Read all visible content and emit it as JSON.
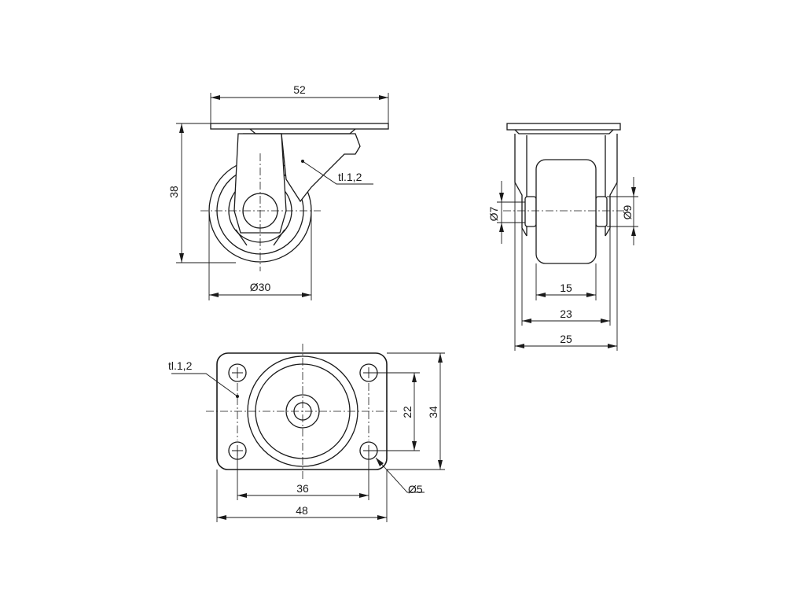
{
  "side_view": {
    "width_label": "52",
    "height_label": "38",
    "wheel_diameter_label": "Ø30",
    "thickness_label": "tl.1,2"
  },
  "front_view": {
    "axle_diameter_label": "Ø7",
    "hub_diameter_label": "Ø9",
    "wheel_width_label": "15",
    "fork_inner_label": "23",
    "overall_width_label": "25"
  },
  "top_view": {
    "thickness_label": "tl.1,2",
    "hole_spacing_y_label": "22",
    "plate_height_label": "34",
    "hole_spacing_x_label": "36",
    "plate_width_label": "48",
    "hole_diameter_label": "Ø5"
  }
}
